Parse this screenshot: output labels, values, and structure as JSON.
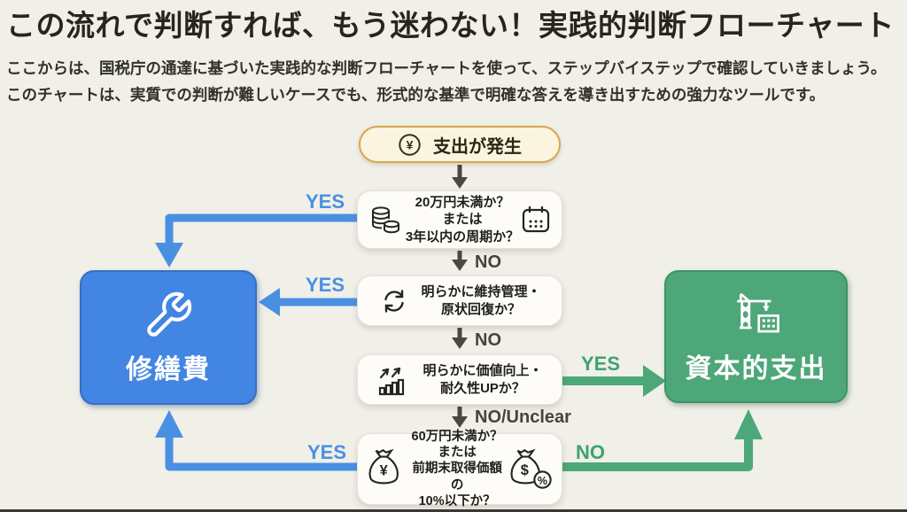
{
  "header": {
    "title": "この流れで判断すれば、もう迷わない！実践的判断フローチャート",
    "description_line1": "ここからは、国税庁の通達に基づいた実践的な判断フローチャートを使って、ステップバイステップで確認していきましょう。",
    "description_line2": "このチャートは、実質での判断が難しいケースでも、形式的な基準で明確な答えを導き出すための強力なツールです。"
  },
  "flowchart": {
    "start": {
      "label": "支出が発生",
      "icon": "yen-circle-icon",
      "symbol": "¥"
    },
    "decision1": {
      "line1": "20万円未満か？",
      "line2": "または",
      "line3": "3年以内の周期か？",
      "left_icon": "coins-icon",
      "right_icon": "calendar-icon"
    },
    "decision2": {
      "line1": "明らかに維持管理・",
      "line2": "原状回復か？",
      "icon": "refresh-icon"
    },
    "decision3": {
      "line1": "明らかに価値向上・",
      "line2": "耐久性UPか？",
      "icon": "growth-chart-icon"
    },
    "decision4": {
      "line1": "60万円未満か？",
      "line2": "または",
      "line3": "前期末取得価額の",
      "line4": "10%以下か？",
      "left_icon": "money-bag-yen-icon",
      "right_icon": "money-bag-dollar-percent-icon",
      "yen_symbol": "¥",
      "dollar_symbol": "$",
      "percent_symbol": "%"
    },
    "result_repair": {
      "label": "修繕費",
      "icon": "wrench-icon",
      "color": "#4285E2"
    },
    "result_capital": {
      "label": "資本的支出",
      "icon": "crane-icon",
      "color": "#4DA778"
    },
    "edges": {
      "d1_yes": "YES",
      "d1_no": "NO",
      "d2_yes": "YES",
      "d2_no": "NO",
      "d3_yes": "YES",
      "d3_no_unclear": "NO/Unclear",
      "d4_yes": "YES",
      "d4_no": "NO"
    },
    "colors": {
      "repair_accent": "#4A90E2",
      "capital_accent": "#4CA878",
      "neutral_arrow": "#4A4842",
      "start_border": "#D8A74F",
      "start_background": "#FBF4DF",
      "page_background": "#F0EFE8"
    }
  }
}
